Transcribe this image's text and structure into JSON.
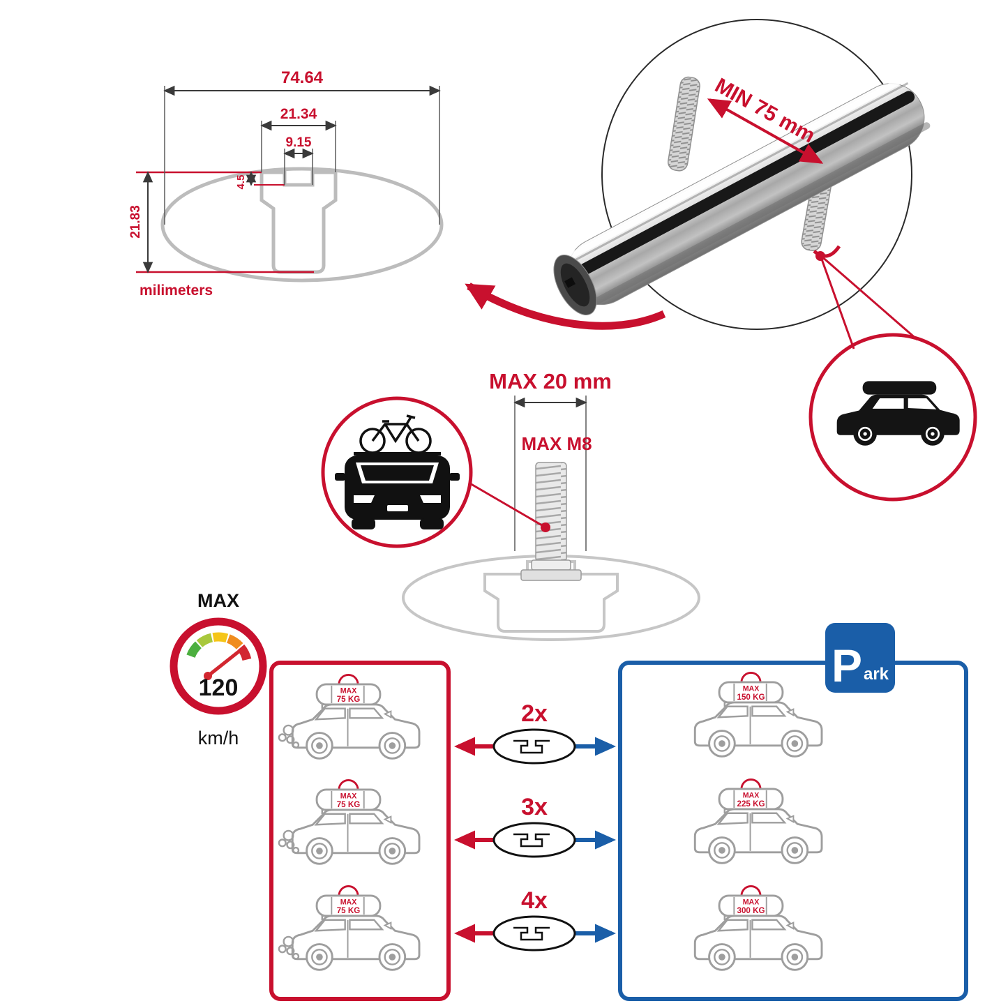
{
  "colors": {
    "accent_red": "#c8102e",
    "accent_blue": "#1a5ea8",
    "outline_gray": "#bcbcbc",
    "ink": "#1a1a1a"
  },
  "cross_section": {
    "total_width": "74.64",
    "channel_width": "21.34",
    "slot_width": "9.15",
    "slot_depth": "4.5",
    "total_height": "21.83",
    "units": "milimeters"
  },
  "bar_detail": {
    "min_span": "MIN 75 mm"
  },
  "bolt_detail": {
    "max_length": "MAX 20 mm",
    "max_thread": "MAX M8"
  },
  "speed_limit": {
    "label": "MAX",
    "value": "120",
    "unit": "km/h"
  },
  "park_sign": {
    "initial": "P",
    "rest": "ark"
  },
  "bar_counts": [
    {
      "label": "2x"
    },
    {
      "label": "3x"
    },
    {
      "label": "4x"
    }
  ],
  "driving_panel": {
    "cars": [
      {
        "load_label": "MAX",
        "load_value": "75 KG"
      },
      {
        "load_label": "MAX",
        "load_value": "75 KG"
      },
      {
        "load_label": "MAX",
        "load_value": "75 KG"
      }
    ]
  },
  "parked_panel": {
    "cars": [
      {
        "load_label": "MAX",
        "load_value": "150 KG"
      },
      {
        "load_label": "MAX",
        "load_value": "225 KG"
      },
      {
        "load_label": "MAX",
        "load_value": "300 KG"
      }
    ]
  }
}
